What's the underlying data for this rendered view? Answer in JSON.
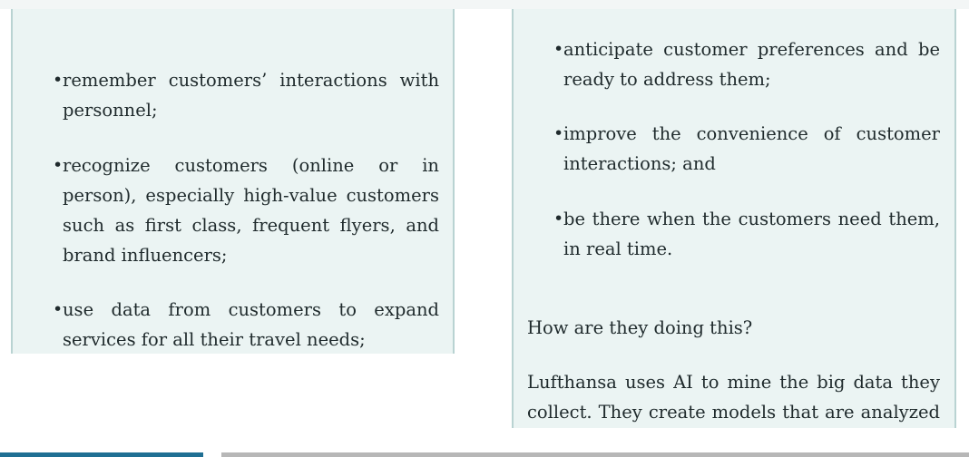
{
  "left_column": {
    "bullets": [
      {
        "text": "remember customers’ interactions with personnel;"
      },
      {
        "text": "recognize customers (online or in person), especially high-value customers such as first class, frequent flyers, and brand influencers;"
      },
      {
        "text": "use data from customers to expand services for all their travel needs;"
      }
    ]
  },
  "right_column": {
    "bullets": [
      {
        "text": "anticipate customer preferences and be ready to address them;"
      },
      {
        "text": "improve the convenience of customer interactions; and"
      },
      {
        "text": "be there when the customers need them, in real time."
      }
    ],
    "question": "How are they doing this?",
    "paragraph": "Lufthansa uses AI to mine the big data they collect. They create models that are analyzed"
  },
  "bullet_glyph": "•",
  "colors": {
    "panel_background": "#ebf4f3",
    "panel_border": "#b9d3d2",
    "progress_active": "#1f6f93",
    "progress_track": "#b7b7b7"
  }
}
